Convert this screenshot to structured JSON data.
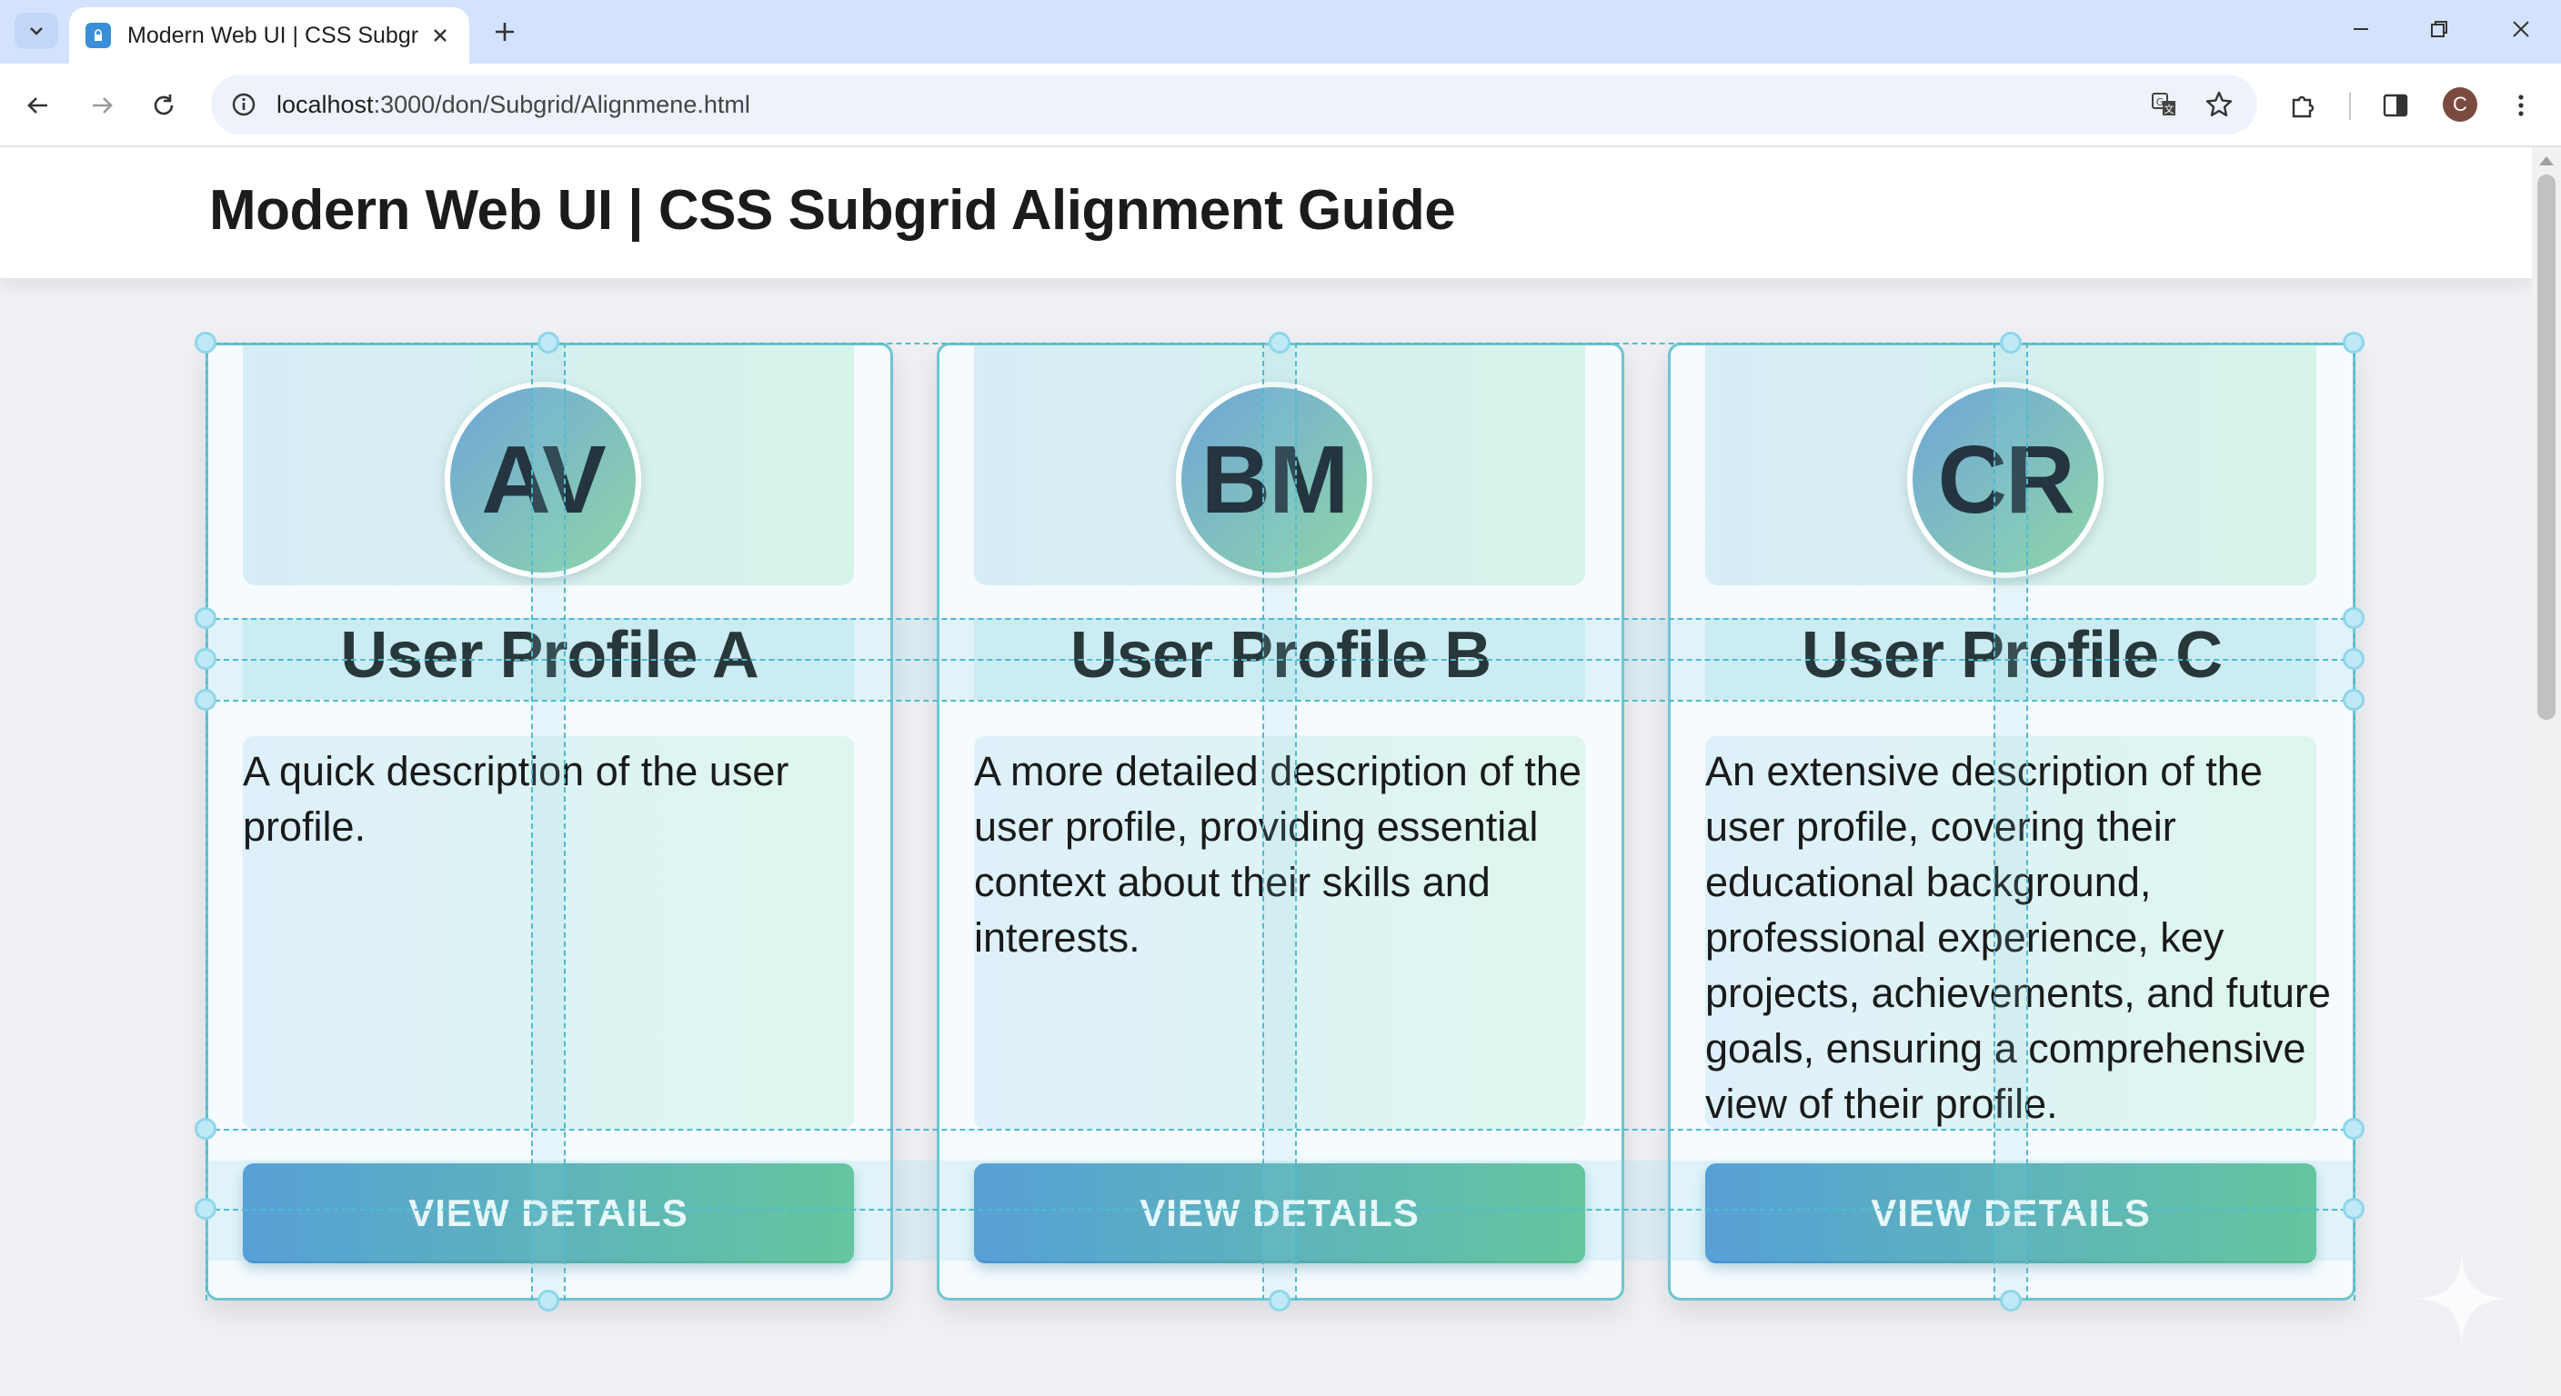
{
  "browser": {
    "tab_title": "Modern Web UI | CSS Subgrid",
    "url_host": "localhost",
    "url_rest": ":3000/don/Subgrid/Alignmene.html",
    "profile_initial": "C"
  },
  "page": {
    "title": "Modern Web UI | CSS Subgrid Alignment Guide"
  },
  "cards": [
    {
      "initials": "AV",
      "name": "User Profile A",
      "description": "A quick description of the user profile.",
      "button": "VIEW DETAILS"
    },
    {
      "initials": "BM",
      "name": "User Profile B",
      "description": "A more detailed description of the user profile, providing essential context about their skills and interests.",
      "button": "VIEW DETAILS"
    },
    {
      "initials": "CR",
      "name": "User Profile C",
      "description": "An extensive description of the user profile, covering their educational background, professional experience, key projects, achievements, and future goals, ensuring a comprehensive view of their profile.",
      "button": "VIEW DETAILS"
    }
  ],
  "colors": {
    "card_border": "#6ec5cf",
    "button_gradient_start": "#4a93d4",
    "button_gradient_end": "#5cc28d",
    "grid_overlay": "#4fbcd0"
  }
}
